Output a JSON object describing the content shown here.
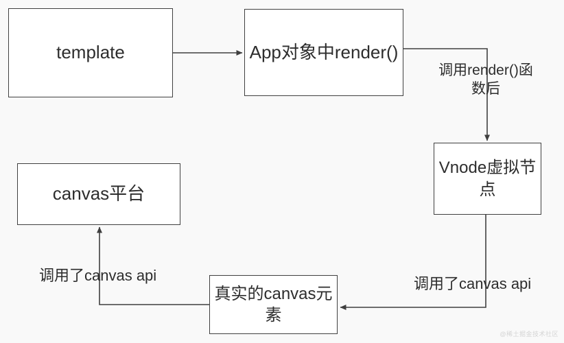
{
  "colors": {
    "background": "#f9f9f9",
    "node_fill": "#ffffff",
    "line": "#3f3f3f",
    "text": "#2d2d2d",
    "watermark": "#d4d4d4"
  },
  "nodes": {
    "template": {
      "label": "template"
    },
    "app_render": {
      "label": "App对象中render()"
    },
    "vnode": {
      "label": "Vnode虚拟节点"
    },
    "canvas_platform": {
      "label": "canvas平台"
    },
    "real_canvas": {
      "label": "真实的canvas元素"
    }
  },
  "edge_labels": {
    "after_render": {
      "label": "调用render()函数后"
    },
    "vnode_to_real": {
      "label": "调用了canvas api"
    },
    "real_to_platform": {
      "label": "调用了canvas api"
    }
  },
  "watermark": {
    "text": "@稀土掘金技术社区"
  }
}
